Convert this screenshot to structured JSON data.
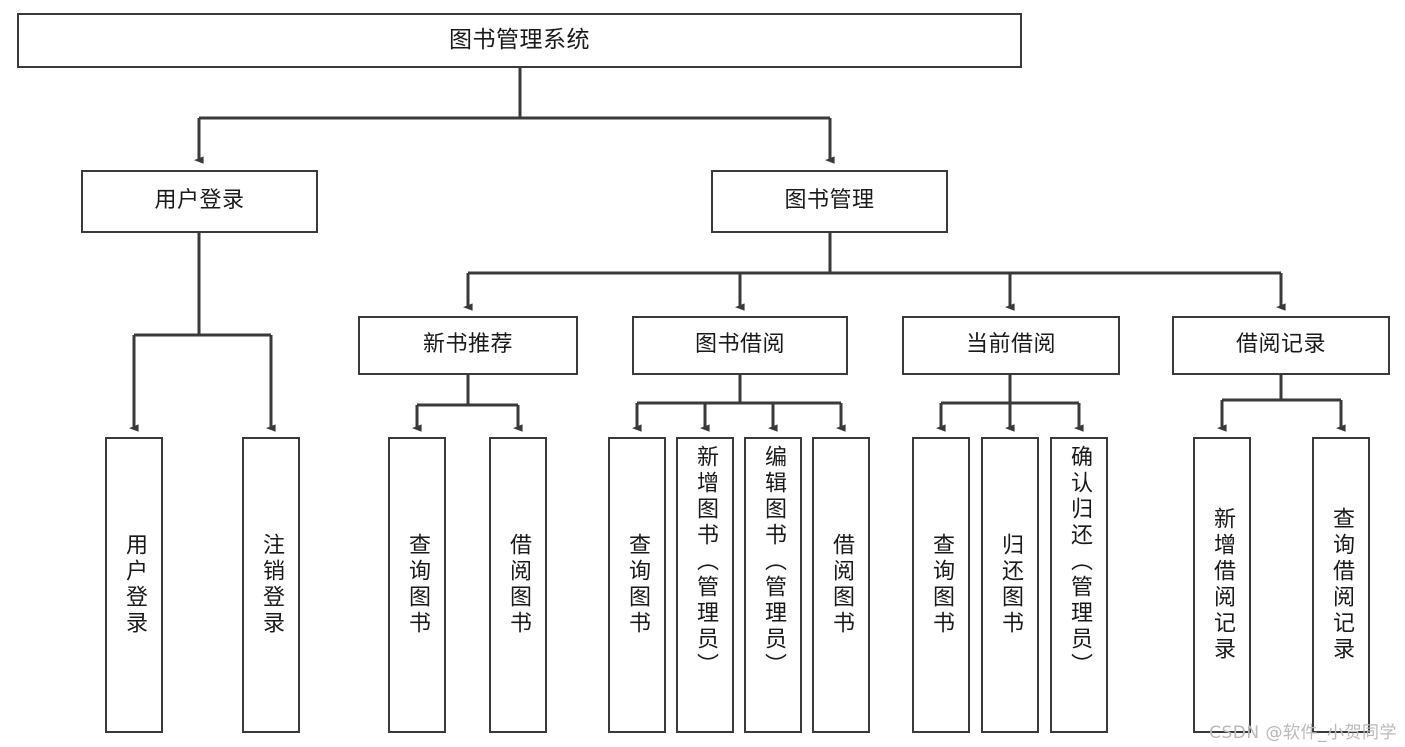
{
  "diagram": {
    "title": "图书管理系统",
    "type": "tree",
    "orientation": "top-down",
    "colors": {
      "box_border": "#3a3a3a",
      "box_fill": "#ffffff",
      "edge": "#3a3a3a",
      "text": "#1a1a1a",
      "watermark": "#b9b9b9"
    },
    "levels": [
      {
        "level": 1,
        "nodes": [
          {
            "id": "root",
            "label": "图书管理系统",
            "text_direction": "horizontal"
          }
        ]
      },
      {
        "level": 2,
        "nodes": [
          {
            "id": "login",
            "label": "用户登录",
            "text_direction": "horizontal",
            "parent": "root"
          },
          {
            "id": "bookmgmt",
            "label": "图书管理",
            "text_direction": "horizontal",
            "parent": "root"
          }
        ]
      },
      {
        "level": 3,
        "nodes": [
          {
            "id": "newbook",
            "label": "新书推荐",
            "text_direction": "horizontal",
            "parent": "bookmgmt"
          },
          {
            "id": "borrow",
            "label": "图书借阅",
            "text_direction": "horizontal",
            "parent": "bookmgmt"
          },
          {
            "id": "current",
            "label": "当前借阅",
            "text_direction": "horizontal",
            "parent": "bookmgmt"
          },
          {
            "id": "records",
            "label": "借阅记录",
            "text_direction": "horizontal",
            "parent": "bookmgmt"
          }
        ]
      },
      {
        "level": 4,
        "nodes": [
          {
            "id": "leaf1",
            "label": "用户登录",
            "text_direction": "vertical",
            "parent": "login"
          },
          {
            "id": "leaf2",
            "label": "注销登录",
            "text_direction": "vertical",
            "parent": "login"
          },
          {
            "id": "leaf3",
            "label": "查询图书",
            "text_direction": "vertical",
            "parent": "newbook"
          },
          {
            "id": "leaf4",
            "label": "借阅图书",
            "text_direction": "vertical",
            "parent": "newbook"
          },
          {
            "id": "leaf5",
            "label": "查询图书",
            "text_direction": "vertical",
            "parent": "borrow"
          },
          {
            "id": "leaf6",
            "label": "新增图书（管理员）",
            "text_direction": "vertical",
            "parent": "borrow"
          },
          {
            "id": "leaf7",
            "label": "编辑图书（管理员）",
            "text_direction": "vertical",
            "parent": "borrow"
          },
          {
            "id": "leaf8",
            "label": "借阅图书",
            "text_direction": "vertical",
            "parent": "borrow"
          },
          {
            "id": "leaf9",
            "label": "查询图书",
            "text_direction": "vertical",
            "parent": "current"
          },
          {
            "id": "leaf10",
            "label": "归还图书",
            "text_direction": "vertical",
            "parent": "current"
          },
          {
            "id": "leaf11",
            "label": "确认归还（管理员）",
            "text_direction": "vertical",
            "parent": "current"
          },
          {
            "id": "leaf12",
            "label": "新增借阅记录",
            "text_direction": "vertical",
            "parent": "records"
          },
          {
            "id": "leaf13",
            "label": "查询借阅记录",
            "text_direction": "vertical",
            "parent": "records"
          }
        ]
      }
    ]
  },
  "watermark": {
    "text": "CSDN @软件_小贺同学"
  }
}
